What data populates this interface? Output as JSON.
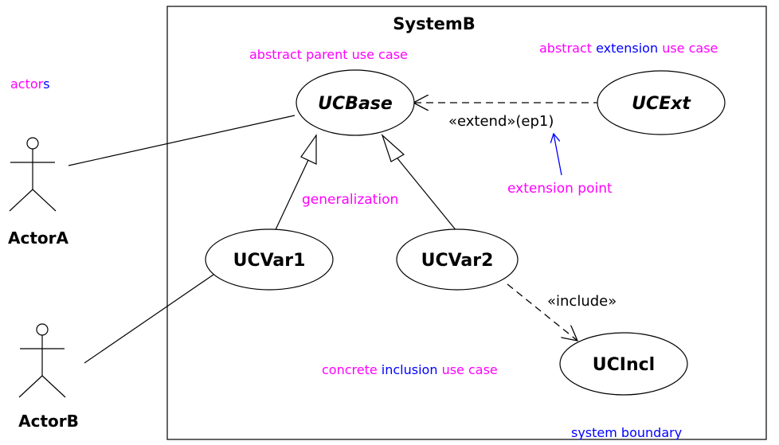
{
  "diagram": {
    "system_name": "SystemB",
    "actors": [
      {
        "name": "ActorA"
      },
      {
        "name": "ActorB"
      }
    ],
    "use_cases": {
      "base": "UCBase",
      "ext": "UCExt",
      "var1": "UCVar1",
      "var2": "UCVar2",
      "incl": "UCIncl"
    },
    "relations": {
      "extend": "«extend»(ep1)",
      "include": "«include»"
    },
    "annotations": {
      "actors_part1": "actor",
      "actors_part2": "s",
      "abstract_parent": "abstract parent use case",
      "abstract_ext_1": "abstract ",
      "abstract_ext_2": "extension",
      "abstract_ext_3": " use case",
      "generalization": "generalization",
      "extension_point": "extension point",
      "concrete_incl_1": "concrete ",
      "concrete_incl_2": "inclusion",
      "concrete_incl_3": " use case",
      "system_boundary": "system boundary"
    },
    "colors": {
      "magenta": "#ff00ff",
      "blue": "#0000ff",
      "black": "#000000"
    }
  }
}
